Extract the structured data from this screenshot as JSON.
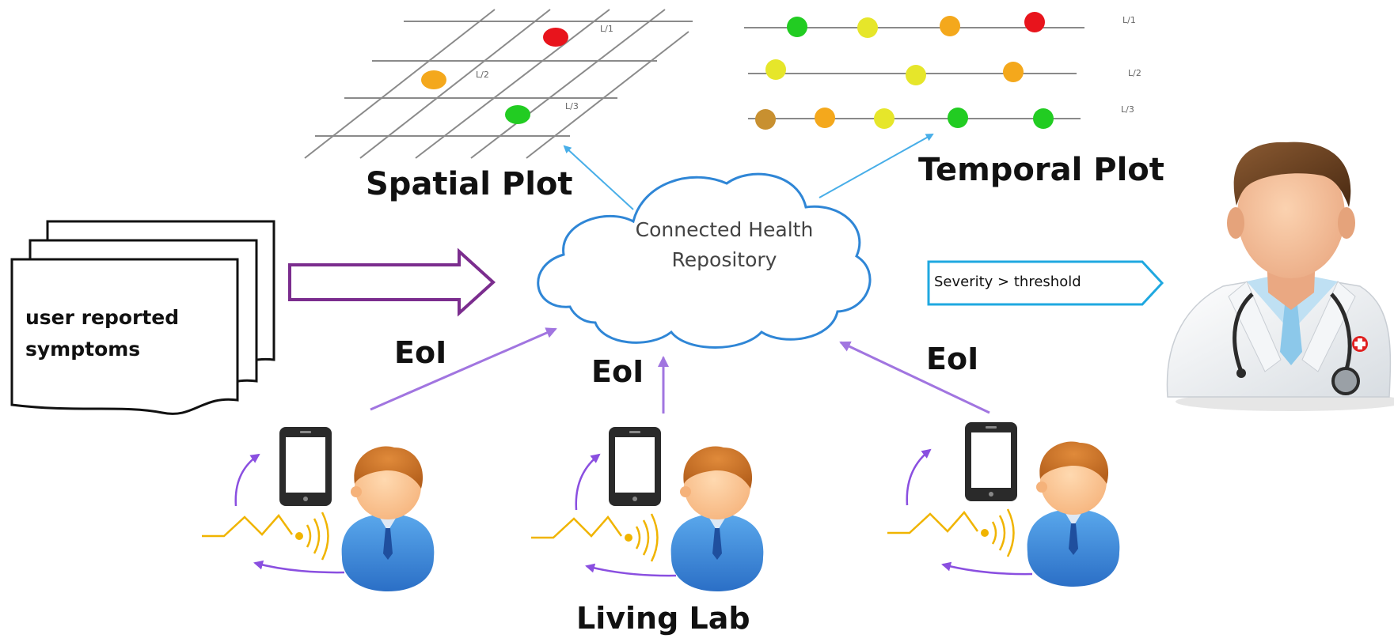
{
  "labels": {
    "spatial_plot": "Spatial Plot",
    "temporal_plot": "Temporal Plot",
    "cloud": "Connected Health Repository",
    "user_symptoms": "user reported symptoms",
    "eol": "EoI",
    "severity": "Severity > threshold",
    "living_lab": "Living Lab"
  },
  "spatial_points": [
    {
      "label": "L/1",
      "color": "#e8141c"
    },
    {
      "label": "L/2",
      "color": "#f4a81c"
    },
    {
      "label": "L/3",
      "color": "#22cc22"
    }
  ],
  "temporal_rows": [
    {
      "label": "L/1",
      "dots": [
        "#22cc22",
        "#e6e62a",
        "#f4a81c",
        "#e8141c"
      ]
    },
    {
      "label": "L/2",
      "dots": [
        "#e6e62a",
        "#e6e62a",
        "#f4a81c"
      ]
    },
    {
      "label": "L/3",
      "dots": [
        "#c89030",
        "#f4a81c",
        "#e6e62a",
        "#22cc22",
        "#22cc22"
      ]
    }
  ],
  "colors": {
    "cloud_stroke": "#2f86d6",
    "big_arrow": "#7b2d8e",
    "eoi_arrow": "#a175e0",
    "plot_arrow": "#48aee8",
    "severity_border": "#1fa8e0",
    "signal": "#f0b400"
  }
}
